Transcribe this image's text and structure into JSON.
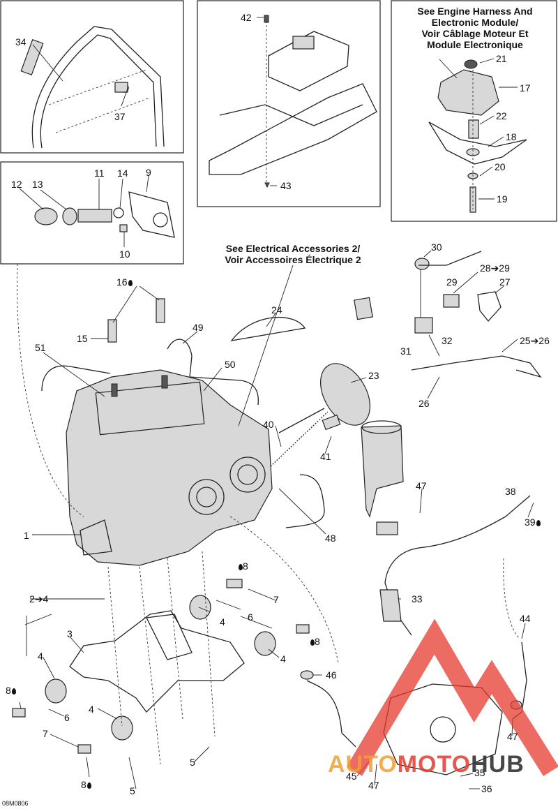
{
  "notes": {
    "engine_harness": [
      "See Engine Harness And",
      "Electronic Module/",
      "Voir Câblage Moteur Et",
      "Module Electronique"
    ],
    "electrical_accessories": [
      "See Electrical Accessories 2/",
      "Voir Accessoires Électrique 2"
    ]
  },
  "labels": {
    "n34": "34",
    "n37": "37",
    "n42": "42",
    "n43": "43",
    "n21": "21",
    "n17": "17",
    "n22": "22",
    "n18": "18",
    "n20": "20",
    "n19": "19",
    "n12": "12",
    "n13": "13",
    "n11": "11",
    "n14": "14",
    "n9": "9",
    "n10": "10",
    "n16": "16",
    "n15": "15",
    "n49": "49",
    "n51": "51",
    "n50": "50",
    "n24": "24",
    "n30": "30",
    "n28_29": "28➔29",
    "n29": "29",
    "n27": "27",
    "n31": "31",
    "n32": "32",
    "n25_26": "25➔26",
    "n26": "26",
    "n23": "23",
    "n40": "40",
    "n41": "41",
    "n47a": "47",
    "n38": "38",
    "n39": "39",
    "n1": "1",
    "n48": "48",
    "n8a": "8",
    "n7a": "7",
    "n6a": "6",
    "n4a": "4",
    "n33": "33",
    "n2_4": "2➔4",
    "n3": "3",
    "n4b": "4",
    "n4c": "4",
    "n8b": "8",
    "n6b": "6",
    "n8c": "8",
    "n4d": "4",
    "n7b": "7",
    "n8d": "8",
    "n5a": "5",
    "n5b": "5",
    "n46": "46",
    "n44": "44",
    "n47b": "47",
    "n45": "45",
    "n47c": "47",
    "n35": "35",
    "n36": "36"
  },
  "drawing_code": "08M0806",
  "watermark": {
    "part1": "AUTO",
    "part2": "MOTO",
    "part3": "HUB",
    "color_red": "#e63a2e",
    "color_orange": "#f0a030",
    "color_dark": "#333333"
  },
  "colors": {
    "line": "#222222",
    "background": "#ffffff",
    "shade": "#d8d8d8"
  }
}
